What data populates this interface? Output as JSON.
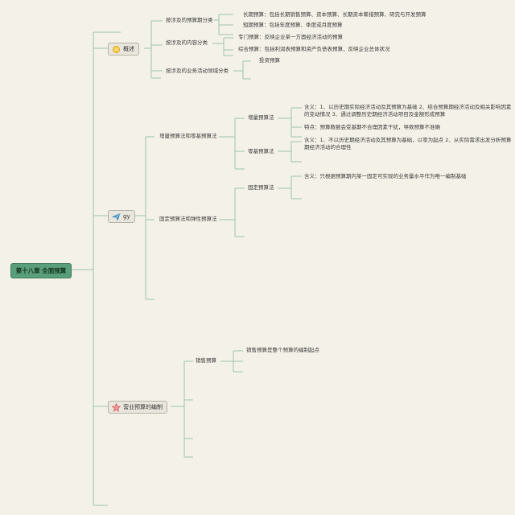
{
  "root": {
    "title": "第十八章 全面预算"
  },
  "overview": {
    "title": "概述",
    "icon": "sun-icon",
    "by_period": {
      "label": "按涉及的预算期分类",
      "long": "长期预算：包括长期销售预算、资本预算、长期资本筹措预算、研究与开发预算",
      "short": "短期预算：包括年度预算、季度或月度预算"
    },
    "by_content": {
      "label": "按涉及的内容分类",
      "special": "专门预算：反映企业某一方面经济活动的预算",
      "comprehensive": "综合预算：包括利润表预算和资产负债表预算，反映企业总体状况"
    },
    "by_activity": {
      "label": "按涉及的业务活动领域分类",
      "investment": "投资预算"
    }
  },
  "methods": {
    "title": "gy",
    "icon": "paper-plane-icon",
    "incremental_zero": {
      "label": "增量预算法和零基预算法",
      "incremental": {
        "label": "增量预算法",
        "meaning": "含义：1、以历史期实际经济活动及其预算为基础 2、结合预算期经济活动及相关影响因素的变动情况 3、通过调整历史期经济活动项目及金额形成预算",
        "feature": "特点：预算数额会受基期不合理因素干扰，导致预算不准确"
      },
      "zero_based": {
        "label": "零基预算法",
        "meaning": "含义：1、不以历史期经济活动及其预算为基础，以零为起点 2、从实际需求出发分析预算期经济活动的合理性"
      }
    },
    "fixed_flexible": {
      "label": "固定预算法和弹性预算法",
      "fixed": {
        "label": "固定预算法",
        "meaning": "含义：只根据预算期内某一固定可实现的业务量水平作为唯一编制基础"
      }
    }
  },
  "operating": {
    "title": "营业预算的编制",
    "icon": "star-icon",
    "sales": {
      "label": "销售预算",
      "start": "销售预算是整个预算的编制起点"
    }
  },
  "colors": {
    "background": "#f4f2e8",
    "connector": "#9cc3ae",
    "root_fill": "#5a9f7c"
  }
}
